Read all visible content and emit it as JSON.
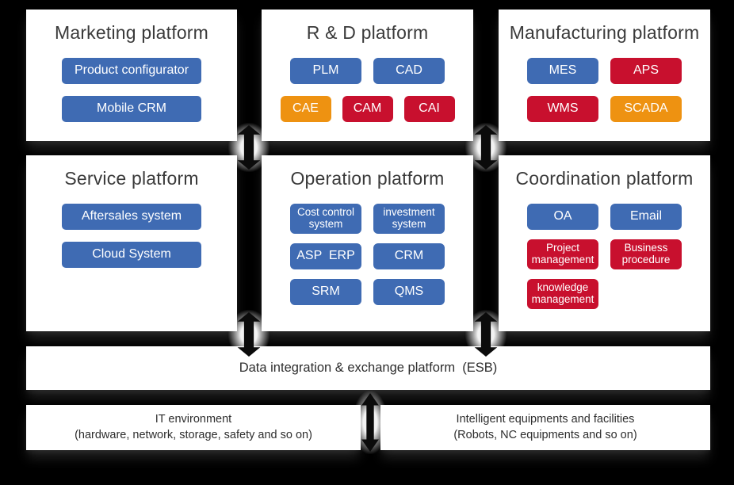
{
  "colors": {
    "background": "#000000",
    "card": "#ffffff",
    "blue": "#3f6bb3",
    "red": "#c8102e",
    "orange": "#ee9211",
    "title_text": "#3a3a3a",
    "chip_text": "#ffffff",
    "body_text": "#2e2e2e"
  },
  "platforms": [
    {
      "title": "Marketing platform",
      "items": [
        {
          "label": "Product configurator",
          "color": "blue"
        },
        {
          "label": "Mobile CRM",
          "color": "blue"
        }
      ]
    },
    {
      "title": "R & D platform",
      "items": [
        {
          "label": "PLM",
          "color": "blue"
        },
        {
          "label": "CAD",
          "color": "blue"
        },
        {
          "label": "CAE",
          "color": "orange"
        },
        {
          "label": "CAM",
          "color": "red"
        },
        {
          "label": "CAI",
          "color": "red"
        }
      ]
    },
    {
      "title": "Manufacturing platform",
      "items": [
        {
          "label": "MES",
          "color": "blue"
        },
        {
          "label": "APS",
          "color": "red"
        },
        {
          "label": "WMS",
          "color": "red"
        },
        {
          "label": "SCADA",
          "color": "orange"
        }
      ]
    },
    {
      "title": "Service platform",
      "items": [
        {
          "label": "Aftersales system",
          "color": "blue"
        },
        {
          "label": "Cloud System",
          "color": "blue"
        }
      ]
    },
    {
      "title": "Operation platform",
      "items": [
        {
          "label": "Cost control system",
          "color": "blue"
        },
        {
          "label": "investment system",
          "color": "blue"
        },
        {
          "label": "ASP  ERP",
          "color": "blue"
        },
        {
          "label": "CRM",
          "color": "blue"
        },
        {
          "label": "SRM",
          "color": "blue"
        },
        {
          "label": "QMS",
          "color": "blue"
        }
      ]
    },
    {
      "title": "Coordination platform",
      "items": [
        {
          "label": "OA",
          "color": "blue"
        },
        {
          "label": "Email",
          "color": "blue"
        },
        {
          "label": "Project management",
          "color": "red"
        },
        {
          "label": "Business procedure",
          "color": "red"
        },
        {
          "label": "knowledge management",
          "color": "red"
        }
      ]
    }
  ],
  "integration_bar": {
    "label": "Data integration & exchange platform  (ESB)"
  },
  "foundation_boxes": [
    {
      "title": "IT environment",
      "subtitle": "(hardware, network, storage, safety and so on)"
    },
    {
      "title": "Intelligent equipments and facilities",
      "subtitle": "(Robots, NC equipments and so on)"
    }
  ]
}
